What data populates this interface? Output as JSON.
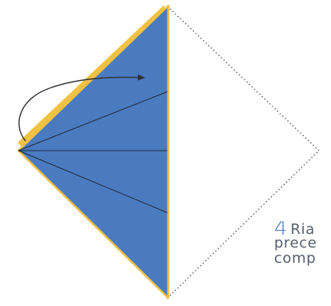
{
  "colors": {
    "paper_blue": "#4a7bc1",
    "edge_yellow": "#f1c143",
    "crease_line": "#1f2b3d",
    "dotted_outline": "#222222",
    "arrow": "#333333",
    "text_gray": "#555f6e"
  },
  "caption": {
    "step_number": "4",
    "line1": "Ria",
    "line2": "prece",
    "line3": "comp"
  }
}
